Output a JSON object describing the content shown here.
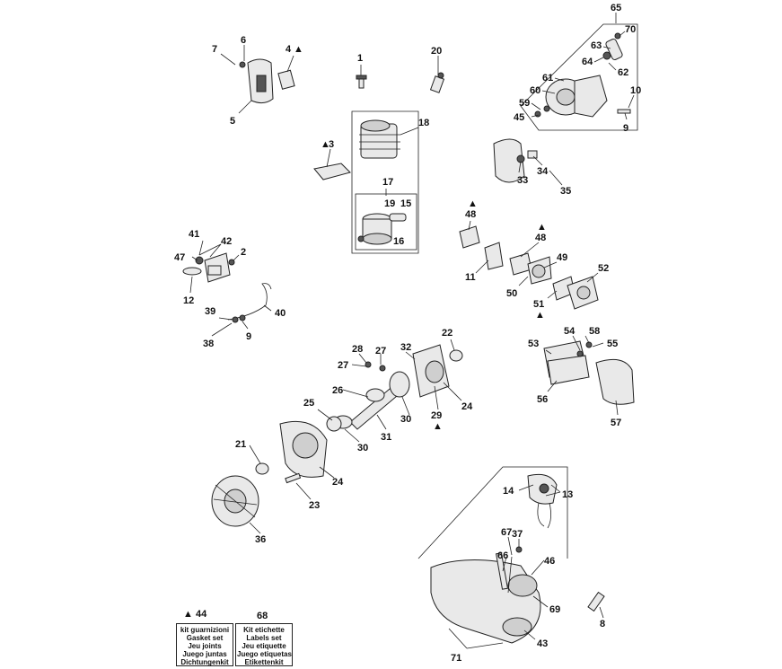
{
  "callouts": [
    {
      "id": "c65",
      "text": "65"
    },
    {
      "id": "c70",
      "text": "70"
    },
    {
      "id": "c63",
      "text": "63"
    },
    {
      "id": "c64",
      "text": "64"
    },
    {
      "id": "c62",
      "text": "62"
    },
    {
      "id": "c61",
      "text": "61"
    },
    {
      "id": "c60",
      "text": "60"
    },
    {
      "id": "c59",
      "text": "59"
    },
    {
      "id": "c45",
      "text": "45"
    },
    {
      "id": "c10",
      "text": "10"
    },
    {
      "id": "c9a",
      "text": "9"
    },
    {
      "id": "c7",
      "text": "7"
    },
    {
      "id": "c6",
      "text": "6"
    },
    {
      "id": "c5",
      "text": "5"
    },
    {
      "id": "c4",
      "text": "4"
    },
    {
      "id": "c1",
      "text": "1"
    },
    {
      "id": "c20",
      "text": "20"
    },
    {
      "id": "c18",
      "text": "18"
    },
    {
      "id": "c3",
      "text": "3"
    },
    {
      "id": "c17",
      "text": "17"
    },
    {
      "id": "c19",
      "text": "19"
    },
    {
      "id": "c15",
      "text": "15"
    },
    {
      "id": "c16",
      "text": "16"
    },
    {
      "id": "c33",
      "text": "33"
    },
    {
      "id": "c34",
      "text": "34"
    },
    {
      "id": "c35",
      "text": "35"
    },
    {
      "id": "c48a",
      "text": "48"
    },
    {
      "id": "c48b",
      "text": "48"
    },
    {
      "id": "c49",
      "text": "49"
    },
    {
      "id": "c52",
      "text": "52"
    },
    {
      "id": "c11",
      "text": "11"
    },
    {
      "id": "c50",
      "text": "50"
    },
    {
      "id": "c51",
      "text": "51"
    },
    {
      "id": "c41",
      "text": "41"
    },
    {
      "id": "c42",
      "text": "42"
    },
    {
      "id": "c47",
      "text": "47"
    },
    {
      "id": "c2",
      "text": "2"
    },
    {
      "id": "c12",
      "text": "12"
    },
    {
      "id": "c39",
      "text": "39"
    },
    {
      "id": "c40",
      "text": "40"
    },
    {
      "id": "c38",
      "text": "38"
    },
    {
      "id": "c9b",
      "text": "9"
    },
    {
      "id": "c53",
      "text": "53"
    },
    {
      "id": "c54",
      "text": "54"
    },
    {
      "id": "c58",
      "text": "58"
    },
    {
      "id": "c55",
      "text": "55"
    },
    {
      "id": "c56",
      "text": "56"
    },
    {
      "id": "c57",
      "text": "57"
    },
    {
      "id": "c22",
      "text": "22"
    },
    {
      "id": "c28",
      "text": "28"
    },
    {
      "id": "c27a",
      "text": "27"
    },
    {
      "id": "c32",
      "text": "32"
    },
    {
      "id": "c27b",
      "text": "27"
    },
    {
      "id": "c26",
      "text": "26"
    },
    {
      "id": "c25",
      "text": "25"
    },
    {
      "id": "c30a",
      "text": "30"
    },
    {
      "id": "c29",
      "text": "29"
    },
    {
      "id": "c24a",
      "text": "24"
    },
    {
      "id": "c31",
      "text": "31"
    },
    {
      "id": "c30b",
      "text": "30"
    },
    {
      "id": "c21",
      "text": "21"
    },
    {
      "id": "c24b",
      "text": "24"
    },
    {
      "id": "c23",
      "text": "23"
    },
    {
      "id": "c36",
      "text": "36"
    },
    {
      "id": "c14",
      "text": "14"
    },
    {
      "id": "c13",
      "text": "13"
    },
    {
      "id": "c67",
      "text": "67"
    },
    {
      "id": "c37",
      "text": "37"
    },
    {
      "id": "c66",
      "text": "66"
    },
    {
      "id": "c46",
      "text": "46"
    },
    {
      "id": "c69",
      "text": "69"
    },
    {
      "id": "c8",
      "text": "8"
    },
    {
      "id": "c43",
      "text": "43"
    },
    {
      "id": "c71",
      "text": "71"
    }
  ],
  "kits": {
    "gasket": {
      "number": "44",
      "lines": [
        "kit guarnizioni",
        "Gasket set",
        "Jeu joints",
        "Juego juntas",
        "Dichtungenkit"
      ]
    },
    "labels": {
      "number": "68",
      "lines": [
        "Kit etichette",
        "Labels set",
        "Jeu etiquette",
        "Juego etiquetas",
        "Etikettenkit"
      ]
    }
  },
  "symbols": {
    "kit_marker": "▲"
  }
}
